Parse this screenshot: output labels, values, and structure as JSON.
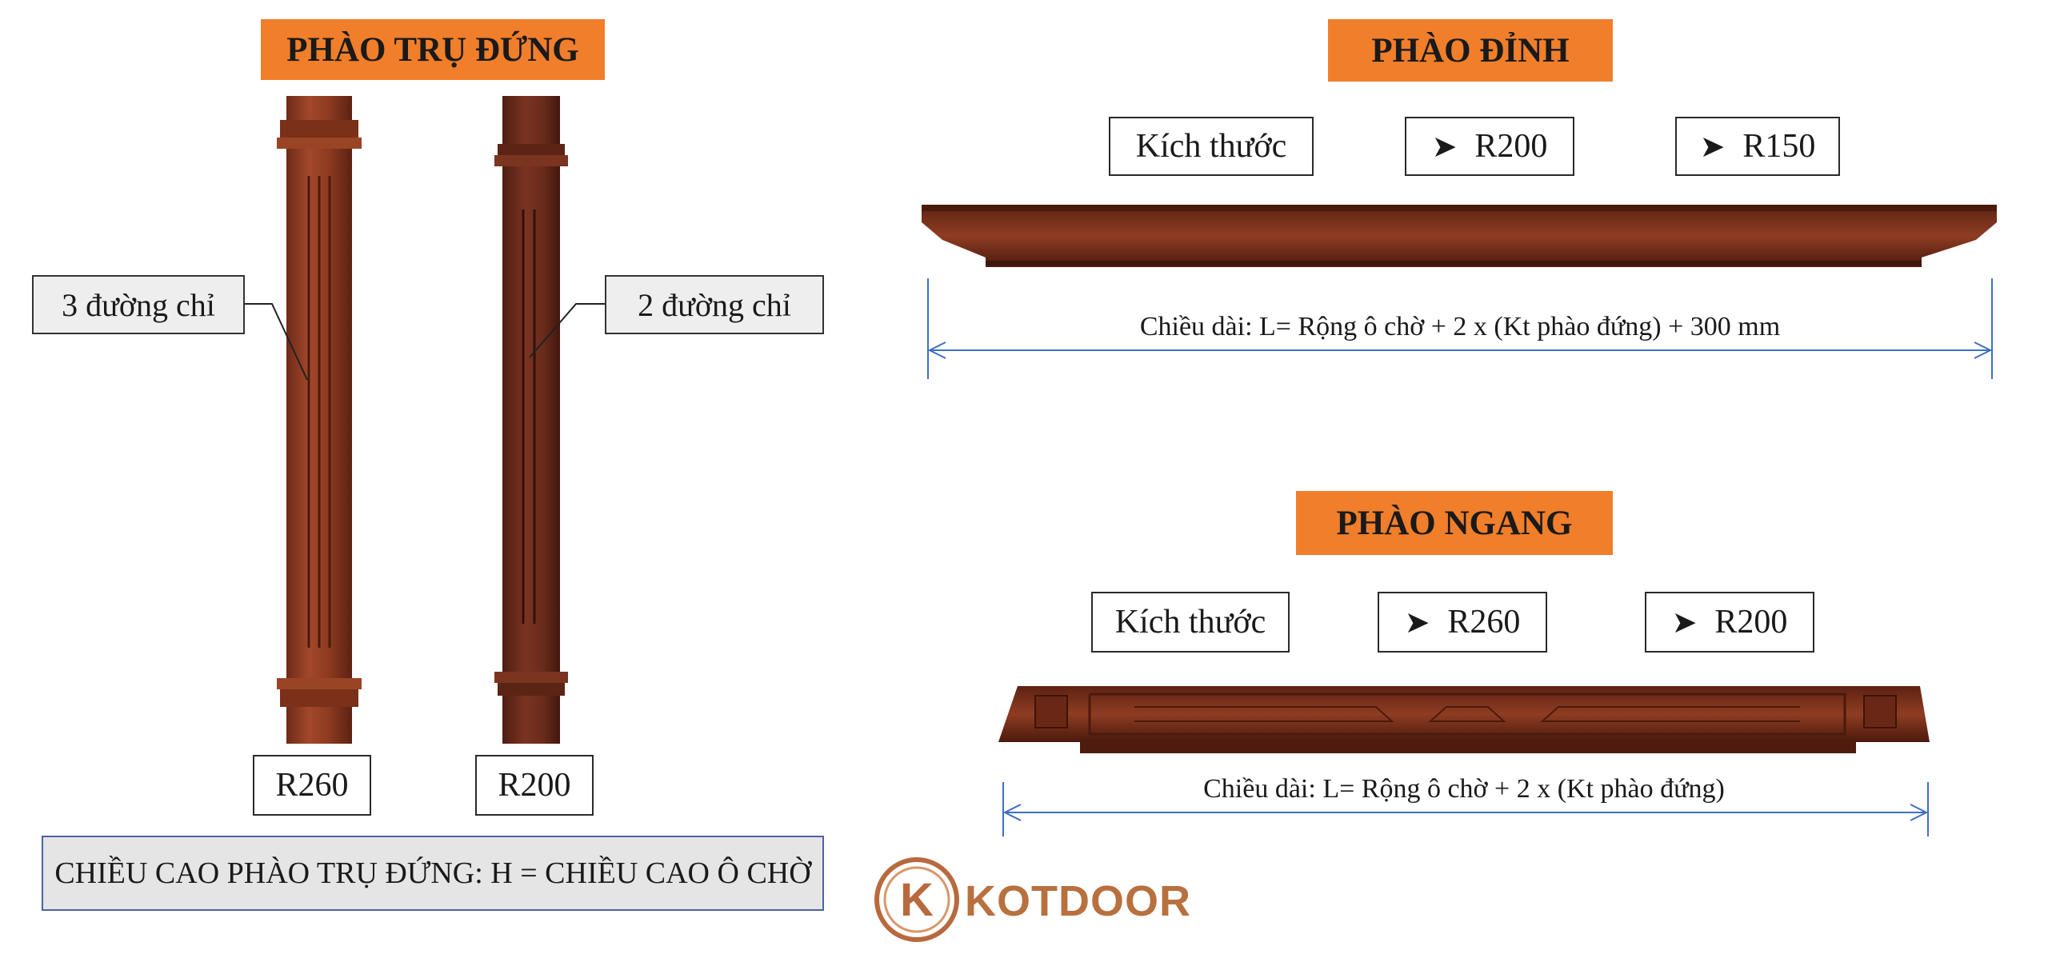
{
  "left": {
    "title": "PHÀO TRỤ ĐỨNG",
    "callout_3": "3 đường chỉ",
    "callout_2": "2 đường chỉ",
    "size_a": "R260",
    "size_b": "R200",
    "height_note": "CHIỀU CAO PHÀO TRỤ ĐỨNG: H = CHIỀU CAO Ô CHỜ"
  },
  "top_moulding": {
    "title": "PHÀO ĐỈNH",
    "size_label": "Kích thước",
    "size_1": "R200",
    "size_2": "R150",
    "length": "Chiều dài: L= Rộng ô chờ + 2 x (Kt phào đứng) + 300 mm"
  },
  "horizontal_moulding": {
    "title": "PHÀO NGANG",
    "size_label": "Kích thước",
    "size_1": "R260",
    "size_2": "R200",
    "length": "Chiều dài: L= Rộng ô chờ + 2 x (Kt phào đứng)"
  },
  "brand": {
    "logo_letter": "K",
    "name": "KOTDOOR"
  },
  "colors": {
    "accent": "#f07e2a",
    "wood": "#8a3b22",
    "dimension_line": "#3e6fc4"
  }
}
